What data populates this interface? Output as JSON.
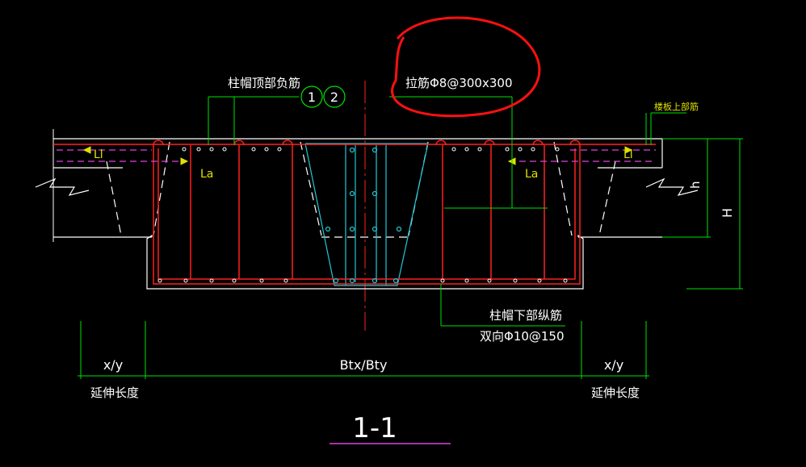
{
  "labels": {
    "cap_top_negative_rebar": "柱帽顶部负筋",
    "tie_bar": "拉筋Φ8@300x300",
    "slab_top_rebar": "楼板上部筋",
    "cap_bottom_rebar": "柱帽下部纵筋",
    "cap_bottom_spec": "双向Φ10@150",
    "ll_left": "Ll",
    "ll_right": "Ll",
    "la_left": "La",
    "la_right": "La",
    "h": "h",
    "H": "H",
    "dim_left": "x/y",
    "dim_center": "Btx/Bty",
    "dim_right": "x/y",
    "ext_left": "延伸长度",
    "ext_right": "延伸长度",
    "section_title": "1-1"
  },
  "markers": [
    "1",
    "2"
  ],
  "colors": {
    "background": "#000000",
    "concrete": "#ffffff",
    "rebar": "#ff2020",
    "leader": "#00e000",
    "cyan": "#20c8d8",
    "magenta": "#e040e0",
    "yellow": "#e0e000",
    "annotation_circle": "#ff1010"
  }
}
